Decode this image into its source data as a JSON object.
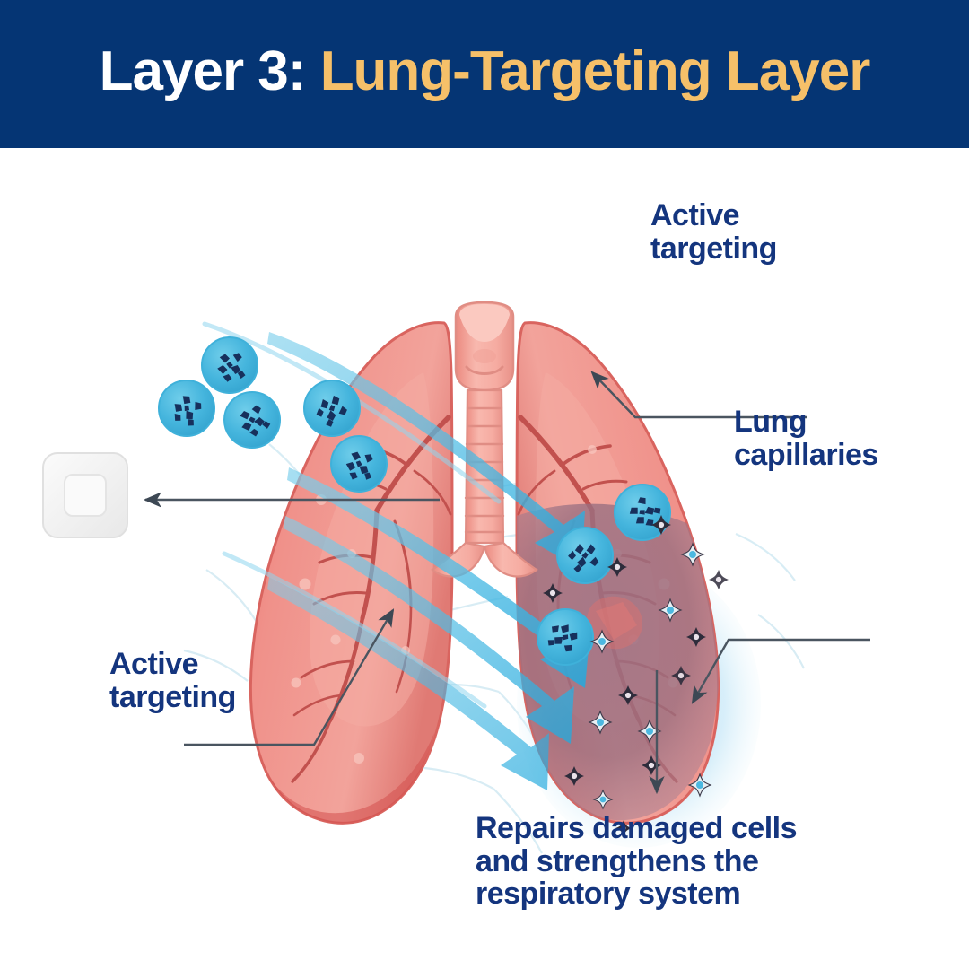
{
  "header": {
    "title_primary": "Layer 3:",
    "title_accent": "Lung-Targeting Layer",
    "background_color": "#053574",
    "primary_text_color": "#ffffff",
    "accent_text_color": "#f6c069"
  },
  "callouts": {
    "active_targeting_top": {
      "line1": "Active",
      "line2": "targeting",
      "color": "#14357e"
    },
    "lung_capillaries": {
      "line1": "Lung",
      "line2": "capillaries",
      "color": "#14357e"
    },
    "active_targeting_bottom": {
      "line1": "Active",
      "line2": "targeting",
      "color": "#14357e"
    },
    "caption": {
      "line1": "Repairs damaged cells",
      "line2": "and strengthens the",
      "line3": "respiratory system",
      "color": "#14357e"
    }
  },
  "illustration": {
    "diagram_name": "lung-targeting-nanoparticle-diagram",
    "lung_color": "#ef8b85",
    "lung_edge_color": "#d9534f",
    "trachea_color": "#f4a9a0",
    "bronchi_color": "#c9524f",
    "nanoparticle_color": "#4cb8e0",
    "nanoparticle_core_color": "#17305c",
    "inflamed_region_color": "#9a6f80",
    "halo_color": "#c4e6f5",
    "arrow_flow_color": "#2aacdf",
    "leader_line_color": "#555f6b",
    "device_icon_color": "#efefef"
  }
}
